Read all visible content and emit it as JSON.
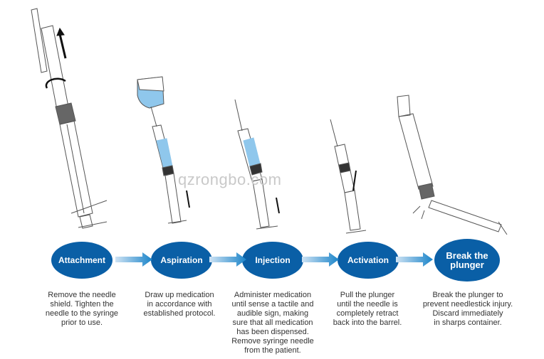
{
  "watermark": "qzrongbo.com",
  "colors": {
    "circle": "#0a5fa6",
    "arrow_light": "#cfe3f4",
    "arrow_dark": "#1a84c9",
    "medication": "#8fc7ec"
  },
  "steps": [
    {
      "title": "Attachment",
      "description": "Remove the needle\nshield. Tighten the\nneedle to the syringe\nprior to use."
    },
    {
      "title": "Aspiration",
      "description": "Draw up medication\nin accordance with\nestablished protocol."
    },
    {
      "title": "Injection",
      "description": "Administer medication\nuntil sense a tactile and\naudible sign, making\nsure that all medication\nhas been dispensed.\nRemove syringe needle\nfrom the patient."
    },
    {
      "title": "Activation",
      "description": "Pull the plunger\nuntil the needle is\ncompletely retract\nback into the barrel."
    },
    {
      "title": "Break the\nplunger",
      "description": "Break the plunger to\nprevent needlestick injury.\nDiscard immediately\nin sharps container."
    }
  ]
}
